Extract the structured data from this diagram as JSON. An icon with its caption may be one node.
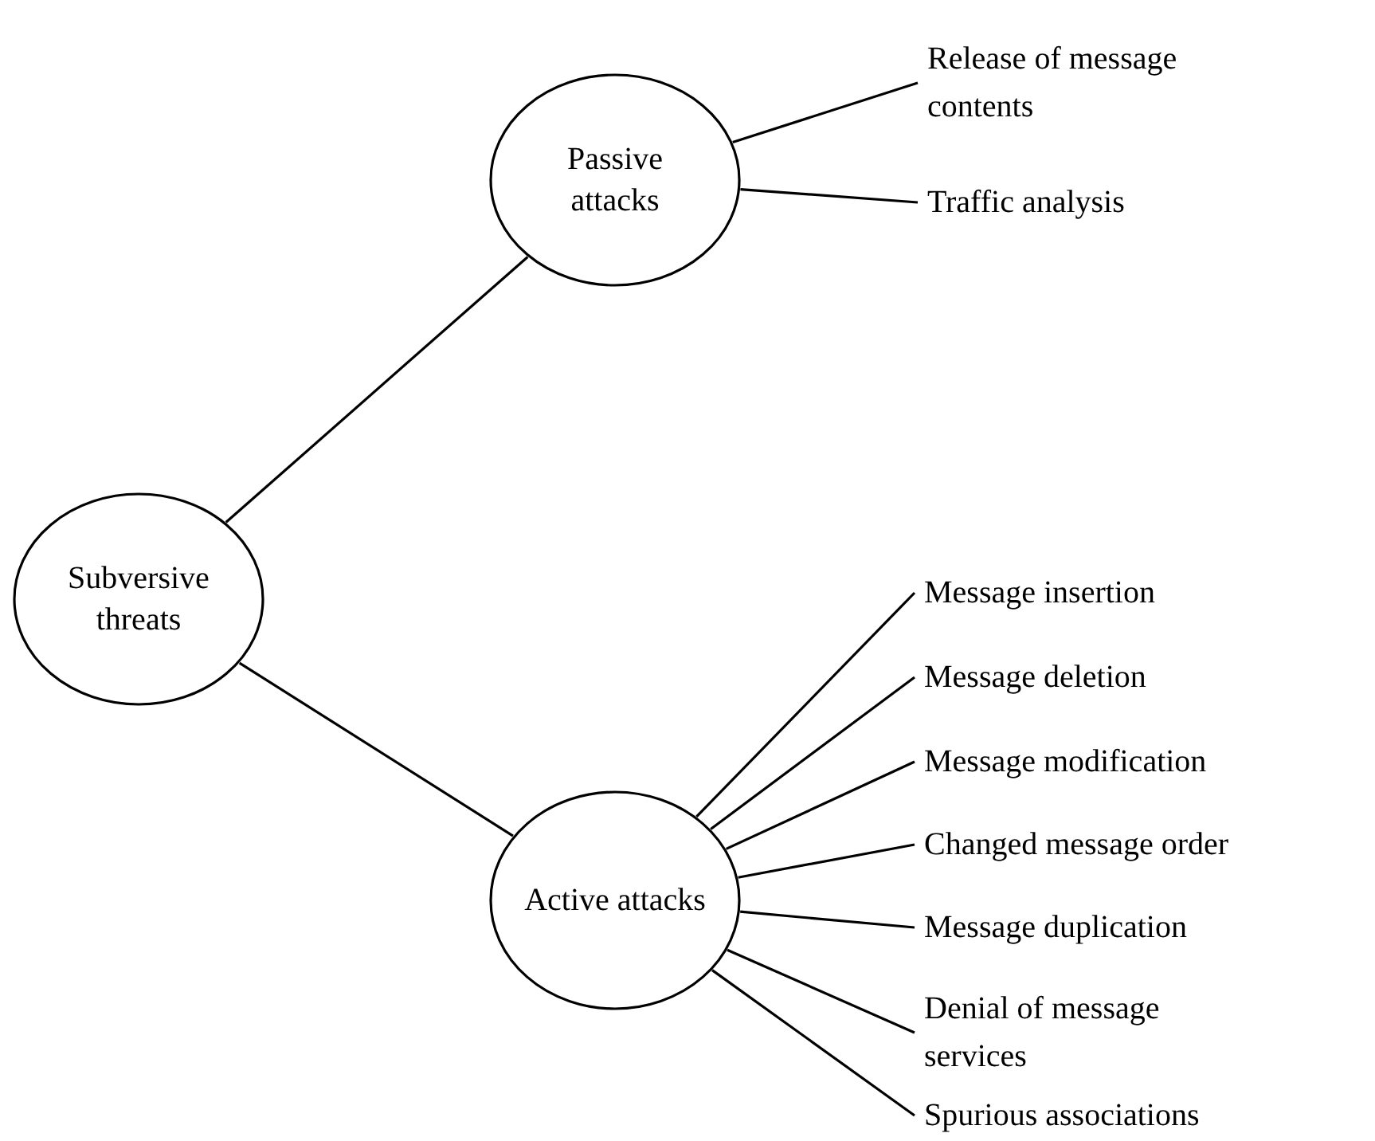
{
  "diagram": {
    "nodes": [
      {
        "text": [
          "Subversive threats"
        ]
      },
      {
        "text": [
          "Passive attacks"
        ]
      },
      {
        "text": [
          "Active attacks"
        ]
      },
      {
        "text": [
          "Release of message contents"
        ]
      },
      {
        "text": [
          "Traffic analysis"
        ]
      },
      {
        "text": [
          "Message insertion"
        ]
      },
      {
        "text": [
          "Message deletion"
        ]
      },
      {
        "text": [
          "Message modification"
        ]
      },
      {
        "text": [
          "Changed message order"
        ]
      },
      {
        "text": [
          "Message duplication"
        ]
      },
      {
        "text": [
          "Denial of message services"
        ]
      },
      {
        "text": [
          "Spurious associations"
        ]
      }
    ],
    "edges": [
      {
        "from": 0,
        "to": 1,
        "arrow": "none"
      },
      {
        "from": 0,
        "to": 2,
        "arrow": "none"
      },
      {
        "from": 1,
        "to": 3,
        "arrow": "none"
      },
      {
        "from": 1,
        "to": 4,
        "arrow": "none"
      },
      {
        "from": 2,
        "to": 5,
        "arrow": "none"
      },
      {
        "from": 2,
        "to": 6,
        "arrow": "none"
      },
      {
        "from": 2,
        "to": 7,
        "arrow": "none"
      },
      {
        "from": 2,
        "to": 8,
        "arrow": "none"
      },
      {
        "from": 2,
        "to": 9,
        "arrow": "none"
      },
      {
        "from": 2,
        "to": 10,
        "arrow": "none"
      },
      {
        "from": 2,
        "to": 11,
        "arrow": "none"
      }
    ]
  }
}
